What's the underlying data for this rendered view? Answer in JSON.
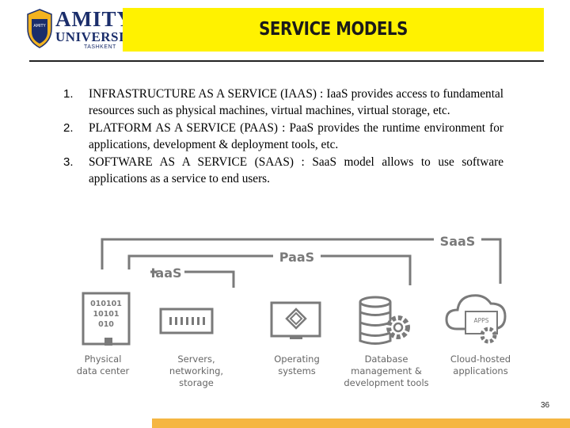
{
  "header": {
    "logo": {
      "crest_text": "AMITY",
      "name": "AMITY",
      "sub": "UNIVERSITY",
      "city": "TASHKENT"
    },
    "title": "SERVICE MODELS"
  },
  "list": {
    "items": [
      {
        "num": "1.",
        "text": "INFRASTRUCTURE AS A SERVICE (IAAS) : IaaS provides access to fundamental resources such as physical machines, virtual machines, virtual storage, etc."
      },
      {
        "num": "2.",
        "text": "PLATFORM AS A SERVICE (PAAS) : PaaS provides the runtime environment for applications, development & deployment tools, etc."
      },
      {
        "num": "3.",
        "text": "SOFTWARE AS A SERVICE (SAAS) : SaaS model allows to use software applications as a service to end users."
      }
    ]
  },
  "diagram": {
    "brackets": {
      "saas": "SaaS",
      "paas": "PaaS",
      "iaas": "IaaS"
    },
    "binary": [
      "010101",
      "10101",
      "010"
    ],
    "apps_label": "APPS",
    "labels": [
      {
        "line1": "Physical",
        "line2": "data center",
        "line3": ""
      },
      {
        "line1": "Servers,",
        "line2": "networking,",
        "line3": "storage"
      },
      {
        "line1": "Operating",
        "line2": "systems",
        "line3": ""
      },
      {
        "line1": "Database",
        "line2": "management &",
        "line3": "development tools"
      },
      {
        "line1": "Cloud-hosted",
        "line2": "applications",
        "line3": ""
      }
    ]
  },
  "footer": {
    "page_number": "36"
  },
  "colors": {
    "title_bar": "#fff200",
    "footer_bar": "#f5b642",
    "diagram_gray": "#7a7a7a",
    "brand_blue": "#1b2e6b"
  }
}
